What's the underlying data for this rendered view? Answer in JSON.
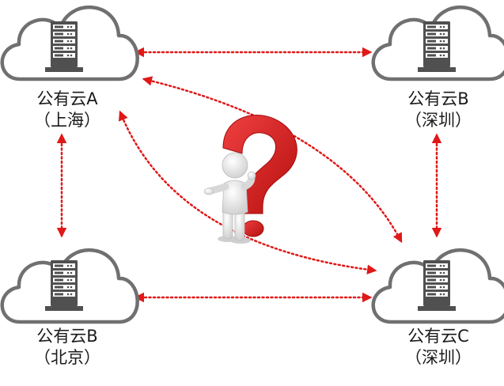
{
  "colors": {
    "cloud_stroke": "#707070",
    "server_fill": "#505050",
    "connector": "#e01818",
    "question_mark": "#dd1a1a",
    "figure": "#ececec"
  },
  "icons": {
    "cloud": "cloud-icon",
    "server": "server-rack-icon",
    "figure": "thinking-person-figure",
    "question": "question-mark-icon"
  },
  "nodes": {
    "a": {
      "name": "公有云A",
      "location": "（上海）"
    },
    "b_shenzhen": {
      "name": "公有云B",
      "location": "（深圳）"
    },
    "b_beijing": {
      "name": "公有云B",
      "location": "（北京）"
    },
    "c": {
      "name": "公有云C",
      "location": "（深圳）"
    }
  },
  "connections": [
    {
      "from": "a",
      "to": "b_shenzhen",
      "direction": "both",
      "style": "dotted"
    },
    {
      "from": "a",
      "to": "b_beijing",
      "direction": "both",
      "style": "dotted"
    },
    {
      "from": "a",
      "to": "c",
      "direction": "both",
      "style": "dotted"
    },
    {
      "from": "b_shenzhen",
      "to": "c",
      "direction": "both",
      "style": "dotted"
    },
    {
      "from": "b_beijing",
      "to": "c",
      "direction": "both",
      "style": "dotted"
    },
    {
      "from": "a",
      "to": "c",
      "direction": "both",
      "style": "dotted-curve"
    }
  ]
}
